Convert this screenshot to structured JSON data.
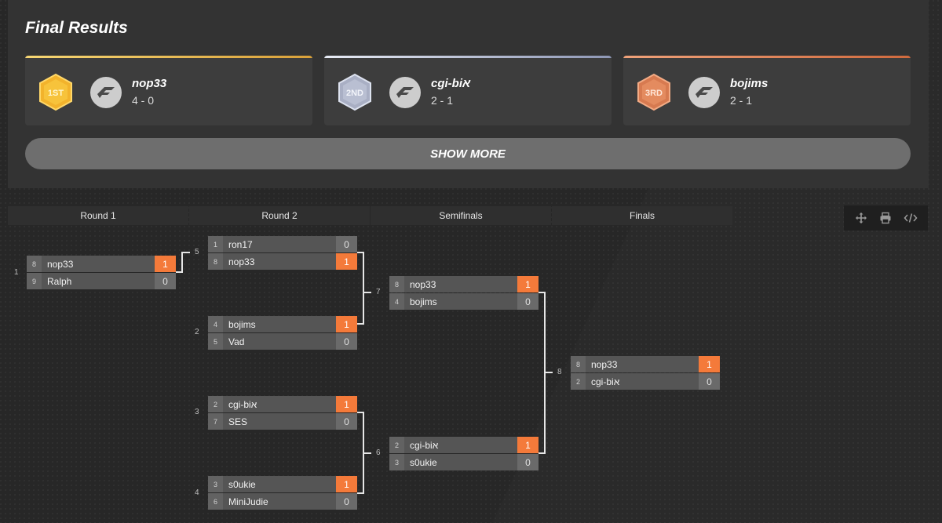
{
  "results": {
    "title": "Final Results",
    "show_more_label": "SHOW MORE",
    "podium": [
      {
        "place": "1ST",
        "name": "nop33",
        "score": "4 - 0",
        "accent": "#f6c340"
      },
      {
        "place": "2ND",
        "name": "cgi-biא",
        "score": "2 - 1",
        "accent": "#b7bfd6"
      },
      {
        "place": "3RD",
        "name": "bojims",
        "score": "2 - 1",
        "accent": "#e98a5c"
      }
    ]
  },
  "rounds": [
    "Round 1",
    "Round 2",
    "Semifinals",
    "Finals"
  ],
  "toolbar": [
    "move-icon",
    "print-icon",
    "embed-code-icon"
  ],
  "colors": {
    "win": "#f47a3a",
    "background": "#272727"
  },
  "matches": [
    {
      "id": "1",
      "teams": [
        {
          "seed": "8",
          "name": "nop33",
          "score": "1",
          "win": true
        },
        {
          "seed": "9",
          "name": "Ralph",
          "score": "0",
          "win": false
        }
      ]
    },
    {
      "id": "5",
      "teams": [
        {
          "seed": "1",
          "name": "ron17",
          "score": "0",
          "win": false
        },
        {
          "seed": "8",
          "name": "nop33",
          "score": "1",
          "win": true
        }
      ]
    },
    {
      "id": "2",
      "teams": [
        {
          "seed": "4",
          "name": "bojims",
          "score": "1",
          "win": true
        },
        {
          "seed": "5",
          "name": "Vad",
          "score": "0",
          "win": false
        }
      ]
    },
    {
      "id": "3",
      "teams": [
        {
          "seed": "2",
          "name": "cgi-biא",
          "score": "1",
          "win": true
        },
        {
          "seed": "7",
          "name": "SES",
          "score": "0",
          "win": false
        }
      ]
    },
    {
      "id": "4",
      "teams": [
        {
          "seed": "3",
          "name": "s0ukie",
          "score": "1",
          "win": true
        },
        {
          "seed": "6",
          "name": "MiniJudie",
          "score": "0",
          "win": false
        }
      ]
    },
    {
      "id": "7",
      "teams": [
        {
          "seed": "8",
          "name": "nop33",
          "score": "1",
          "win": true
        },
        {
          "seed": "4",
          "name": "bojims",
          "score": "0",
          "win": false
        }
      ]
    },
    {
      "id": "6",
      "teams": [
        {
          "seed": "2",
          "name": "cgi-biא",
          "score": "1",
          "win": true
        },
        {
          "seed": "3",
          "name": "s0ukie",
          "score": "0",
          "win": false
        }
      ]
    },
    {
      "id": "8",
      "teams": [
        {
          "seed": "8",
          "name": "nop33",
          "score": "1",
          "win": true
        },
        {
          "seed": "2",
          "name": "cgi-biא",
          "score": "0",
          "win": false
        }
      ]
    }
  ]
}
